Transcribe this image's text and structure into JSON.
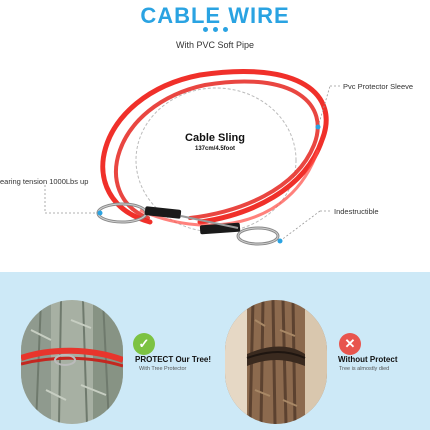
{
  "header": {
    "title": "CABLE WIRE",
    "subtitle": "With PVC Soft Pipe"
  },
  "product": {
    "name": "Cable Sling",
    "size": "137cm/4.5foot"
  },
  "callouts": {
    "sleeve": "Pvc Protector Sleeve",
    "tension": "earing tension 1000Lbs up",
    "indestructible": "Indestructible"
  },
  "comparison": {
    "good": {
      "title": "PROTECT Our Tree!",
      "subtitle": "With Tree Protector",
      "icon": "check-icon"
    },
    "bad": {
      "title": "Without Protect",
      "subtitle": "Tree is almostly died",
      "icon": "cross-icon"
    }
  },
  "colors": {
    "accent": "#2aa3e2",
    "cable": "#f0302a",
    "background_bottom": "#cde9f7",
    "good": "#7cc242",
    "bad": "#e8554e"
  }
}
